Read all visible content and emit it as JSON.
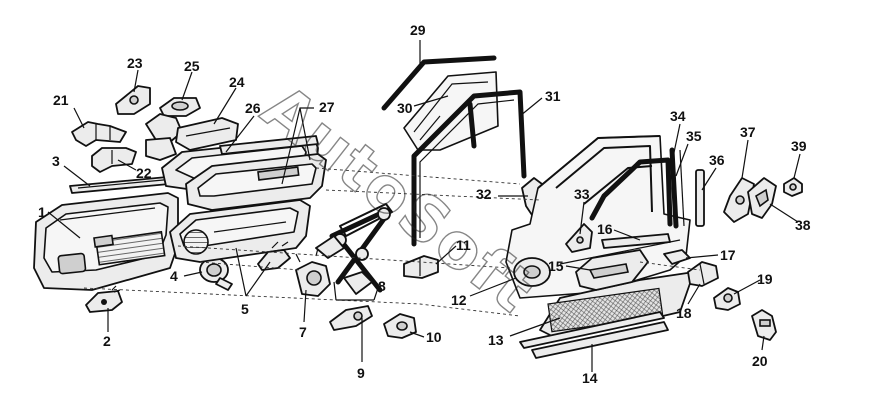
{
  "watermark": "AutoSoft",
  "callouts": [
    {
      "id": "1",
      "label": "1"
    },
    {
      "id": "2",
      "label": "2"
    },
    {
      "id": "3",
      "label": "3"
    },
    {
      "id": "4",
      "label": "4"
    },
    {
      "id": "5",
      "label": "5"
    },
    {
      "id": "7",
      "label": "7"
    },
    {
      "id": "8",
      "label": "8"
    },
    {
      "id": "9",
      "label": "9"
    },
    {
      "id": "10",
      "label": "10"
    },
    {
      "id": "11",
      "label": "11"
    },
    {
      "id": "12",
      "label": "12"
    },
    {
      "id": "13",
      "label": "13"
    },
    {
      "id": "14",
      "label": "14"
    },
    {
      "id": "15",
      "label": "15"
    },
    {
      "id": "16",
      "label": "16"
    },
    {
      "id": "17",
      "label": "17"
    },
    {
      "id": "18",
      "label": "18"
    },
    {
      "id": "19",
      "label": "19"
    },
    {
      "id": "20",
      "label": "20"
    },
    {
      "id": "21",
      "label": "21"
    },
    {
      "id": "22",
      "label": "22"
    },
    {
      "id": "23",
      "label": "23"
    },
    {
      "id": "24",
      "label": "24"
    },
    {
      "id": "25",
      "label": "25"
    },
    {
      "id": "26",
      "label": "26"
    },
    {
      "id": "27",
      "label": "27"
    },
    {
      "id": "29",
      "label": "29"
    },
    {
      "id": "30",
      "label": "30"
    },
    {
      "id": "31",
      "label": "31"
    },
    {
      "id": "32",
      "label": "32"
    },
    {
      "id": "33",
      "label": "33"
    },
    {
      "id": "34",
      "label": "34"
    },
    {
      "id": "35",
      "label": "35"
    },
    {
      "id": "36",
      "label": "36"
    },
    {
      "id": "37",
      "label": "37"
    },
    {
      "id": "38",
      "label": "38"
    },
    {
      "id": "39",
      "label": "39"
    }
  ]
}
